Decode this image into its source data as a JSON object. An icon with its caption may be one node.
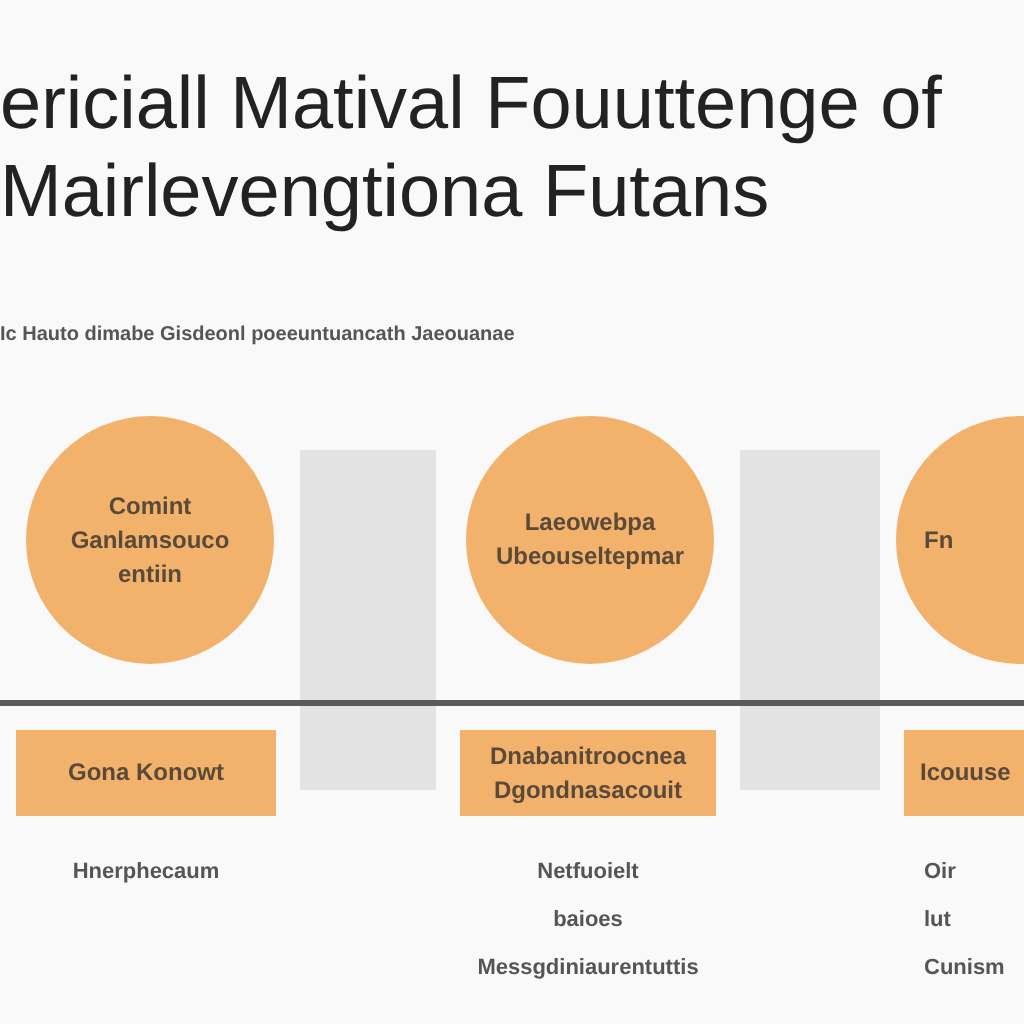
{
  "diagram": {
    "title": "ericiall Matival Fouuttenge of Mairlevengtiona Futans",
    "nodes": [
      {
        "text": [
          "Comint Ganlamsouco entiin"
        ]
      },
      {
        "text": [
          "Laeowebpa Ubeouseltepmar"
        ]
      },
      {
        "text": [
          "Fn"
        ]
      },
      {
        "text": [
          "Gona Konowt"
        ],
        "beside": [
          "Hnerphecaum"
        ]
      },
      {
        "text": [
          "Dnabanitroocnea Dgondnasacouit"
        ],
        "beside": [
          "Netfuoielt",
          "baioes",
          "Messgdiniaurentuttis"
        ]
      },
      {
        "text": [
          "Icouuse"
        ],
        "beside": [
          "Oir",
          "lut",
          "Cunism"
        ]
      }
    ],
    "labels": [
      "Ic Hauto dimabe Gisdeonl poeeuntuancath Jaeouanae"
    ]
  }
}
